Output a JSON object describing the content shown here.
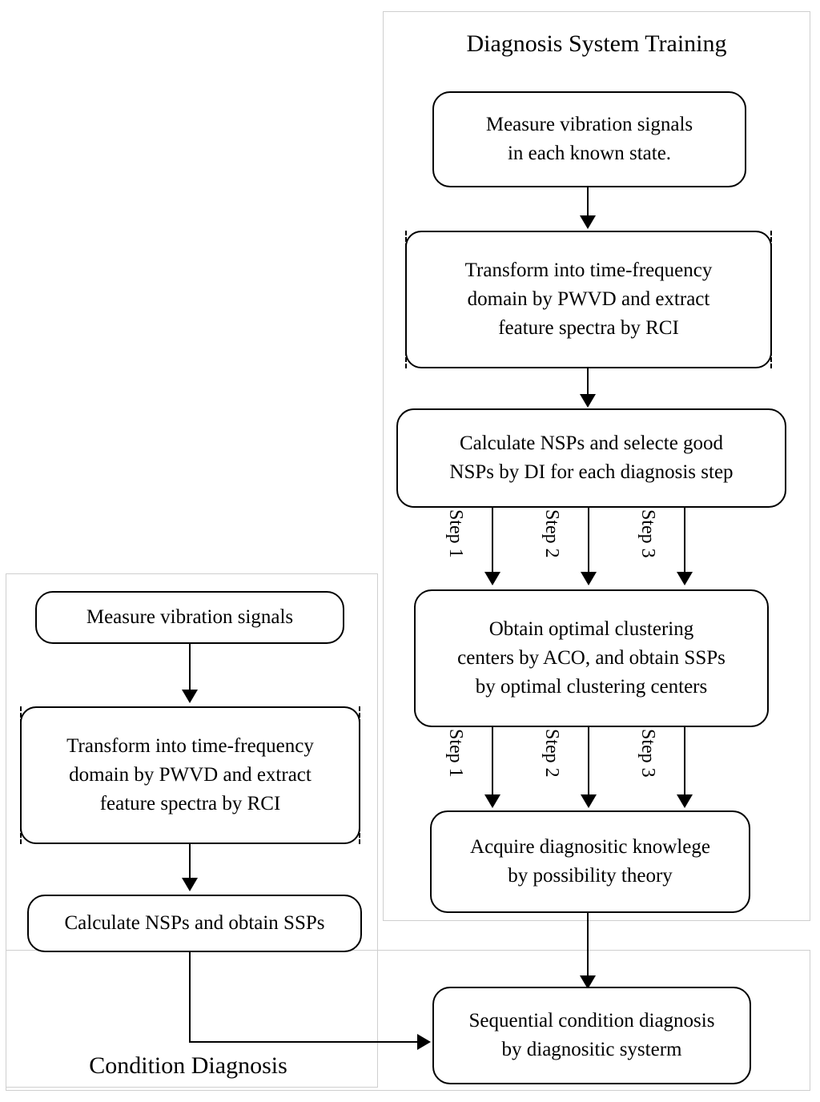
{
  "panels": {
    "training": {
      "caption": "Diagnosis System Training"
    },
    "diagnosis": {
      "caption": "Condition Diagnosis"
    }
  },
  "training_nodes": [
    {
      "id": "measure-known",
      "text": "Measure vibration signals\nin each known state."
    },
    {
      "id": "transform-pwvd",
      "text": "Transform into time-frequency\ndomain by PWVD and extract\nfeature spectra by RCI"
    },
    {
      "id": "calculate-nsps",
      "text": "Calculate NSPs and selecte good\nNSPs by DI for each diagnosis step"
    },
    {
      "id": "obtain-clustering",
      "text": "Obtain optimal clustering\ncenters by ACO, and obtain SSPs\nby optimal clustering centers"
    },
    {
      "id": "acquire-knowledge",
      "text": "Acquire diagnositic knowlege\nby possibility theory"
    }
  ],
  "diagnosis_nodes": [
    {
      "id": "measure-signals",
      "text": "Measure vibration signals"
    },
    {
      "id": "transform-pwvd-2",
      "text": "Transform into time-frequency\ndomain by PWVD and extract\nfeature spectra by RCI"
    },
    {
      "id": "calculate-obtain-ssps",
      "text": "Calculate NSPs and obtain SSPs"
    }
  ],
  "output_node": {
    "id": "sequential-diagnosis",
    "text": "Sequential condition diagnosis\nby diagnositic systerm"
  },
  "step_labels_upper": [
    "Step 1",
    "Step 2",
    "Step 3"
  ],
  "step_labels_lower": [
    "Step 1",
    "Step 2",
    "Step 3"
  ],
  "colors": {
    "line": "#000000",
    "panel_border": "#cfcfcf",
    "background": "#ffffff"
  }
}
